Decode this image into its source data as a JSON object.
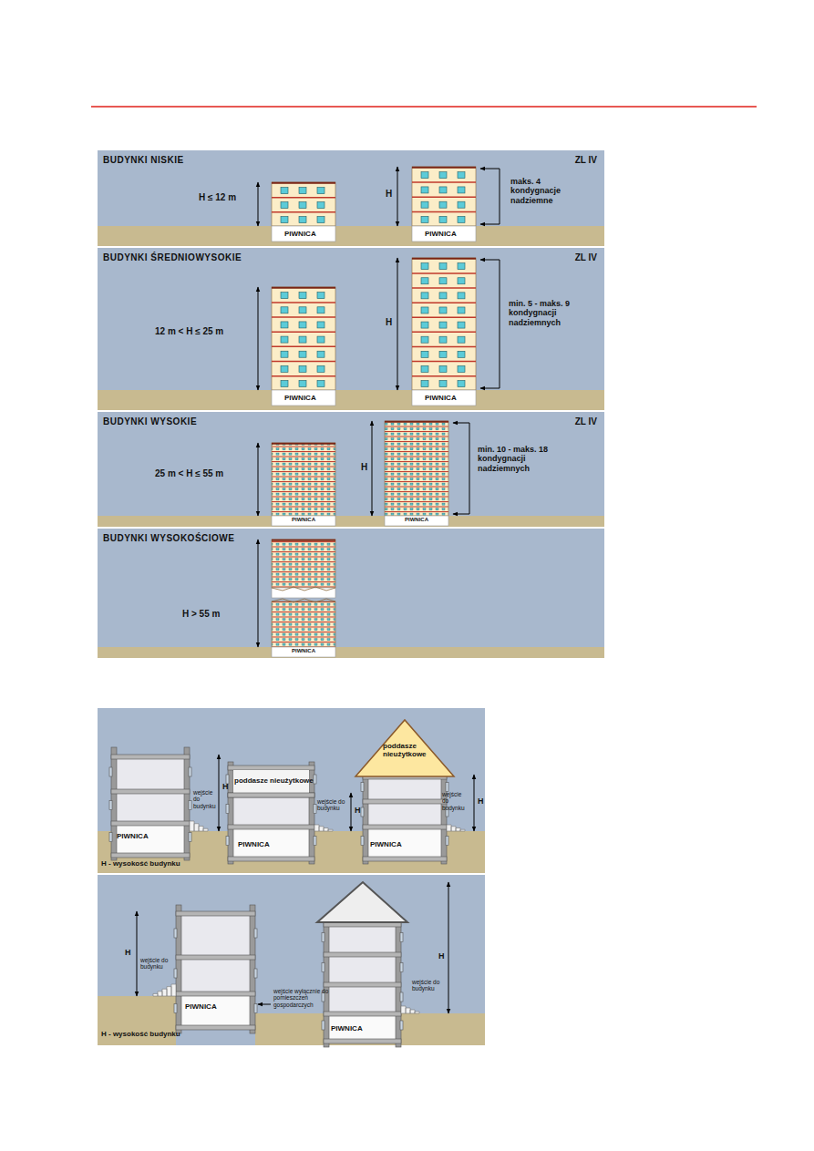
{
  "diagram": {
    "nodes": [
      {
        "text": [
          "BUDYNKI NISKIE",
          "ZL IV"
        ]
      },
      {
        "text": [
          "BUDYNKI ŚREDNIOWYSOKIE",
          "ZL IV"
        ]
      },
      {
        "text": [
          "BUDYNKI WYSOKIE",
          "ZL IV"
        ]
      },
      {
        "text": [
          "BUDYNKI WYSOKOŚCIOWE"
        ]
      },
      {
        "text": [
          "H - wysokość budynku"
        ]
      },
      {
        "text": [
          "H - wysokość budynku"
        ]
      }
    ],
    "labels": [
      "H ≤ 12 m",
      "PIWNICA",
      "H",
      "PIWNICA",
      "maks. 4 kondygnacje nadziemne",
      "12 m < H ≤ 25 m",
      "PIWNICA",
      "H",
      "PIWNICA",
      "min. 5 - maks. 9 kondygnacji nadziemnych",
      "25 m < H ≤ 55 m",
      "PIWNICA",
      "H",
      "PIWNICA",
      "min. 10 - maks. 18 kondygnacji nadziemnych",
      "H > 55 m",
      "PIWNICA",
      "PIWNICA",
      "H",
      "wejście do budynku",
      "poddasze nieużytkowe",
      "PIWNICA",
      "H",
      "wejście do budynku",
      "poddasze nieużytkowe",
      "PIWNICA",
      "H",
      "wejście do budynku",
      "H",
      "wejście do budynku",
      "PIWNICA",
      "wejście wyłącznie do pomieszczeń gospodarczych",
      "PIWNICA",
      "wejście do budynku",
      "H"
    ]
  }
}
